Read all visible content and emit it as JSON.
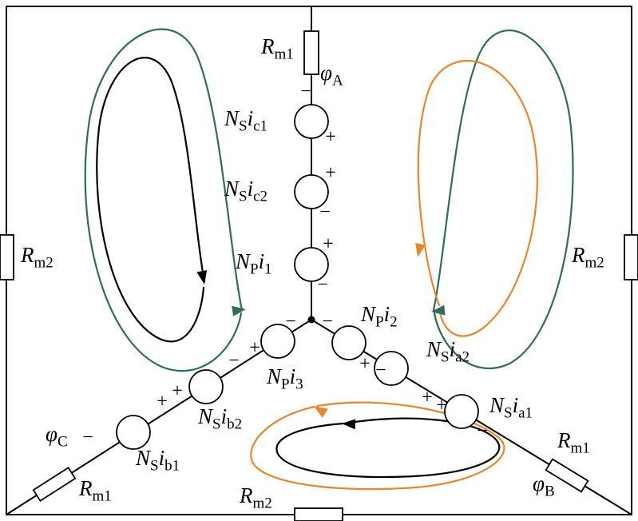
{
  "colors": {
    "wire": "#000000",
    "black": "#000000",
    "teal": "#2f6b5e",
    "orange": "#e8862d",
    "component_fill": "#ffffff",
    "background": "#ffffff"
  },
  "signs": {
    "plus": "+",
    "minus": "−"
  },
  "labels": {
    "rm1": {
      "main": "R",
      "sub": "m1"
    },
    "rm2": {
      "main": "R",
      "sub": "m2"
    },
    "phiA": {
      "main": "φ",
      "sub": "A"
    },
    "phiB": {
      "main": "φ",
      "sub": "B"
    },
    "phiC": {
      "main": "φ",
      "sub": "C"
    },
    "nsic1": {
      "m1": "N",
      "s1": "S",
      "m2": "i",
      "s2": "c1"
    },
    "nsic2": {
      "m1": "N",
      "s1": "S",
      "m2": "i",
      "s2": "c2"
    },
    "npi1": {
      "m1": "N",
      "s1": "P",
      "m2": "i",
      "s2": "1"
    },
    "npi2": {
      "m1": "N",
      "s1": "P",
      "m2": "i",
      "s2": "2"
    },
    "npi3": {
      "m1": "N",
      "s1": "P",
      "m2": "i",
      "s2": "3"
    },
    "nsia1": {
      "m1": "N",
      "s1": "S",
      "m2": "i",
      "s2": "a1"
    },
    "nsia2": {
      "m1": "N",
      "s1": "S",
      "m2": "i",
      "s2": "a2"
    },
    "nsib1": {
      "m1": "N",
      "s1": "S",
      "m2": "i",
      "s2": "b1"
    },
    "nsib2": {
      "m1": "N",
      "s1": "S",
      "m2": "i",
      "s2": "b2"
    }
  }
}
